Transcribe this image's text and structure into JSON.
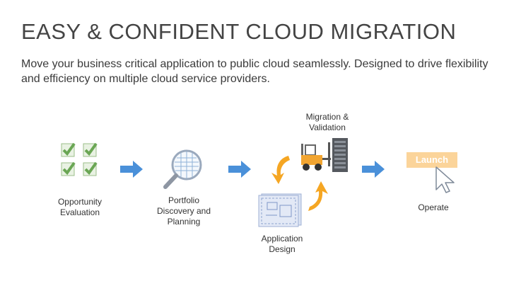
{
  "title": "EASY & CONFIDENT CLOUD MIGRATION",
  "subtitle": "Move your business critical application to public cloud seamlessly. Designed to drive flexibility and efficiency on multiple cloud service providers.",
  "steps": [
    {
      "label_lines": [
        "Opportunity",
        "Evaluation"
      ]
    },
    {
      "label_lines": [
        "Portfolio",
        "Discovery and",
        "Planning"
      ]
    },
    {
      "label_lines": [
        "Migration &",
        "Validation"
      ]
    },
    {
      "label_lines": [
        "Application",
        "Design"
      ]
    },
    {
      "label_lines": [
        "Operate"
      ],
      "button": "Launch"
    }
  ],
  "colors": {
    "arrow": "#4a90d9",
    "cycle_arrow": "#f5a623",
    "check": "#7db36a",
    "launch": "#fbd49a",
    "blueprint": "#aab8d8"
  },
  "icons": [
    "checklist-icon",
    "magnifier-icon",
    "forklift-server-icon",
    "blueprint-icon",
    "cursor-icon"
  ]
}
